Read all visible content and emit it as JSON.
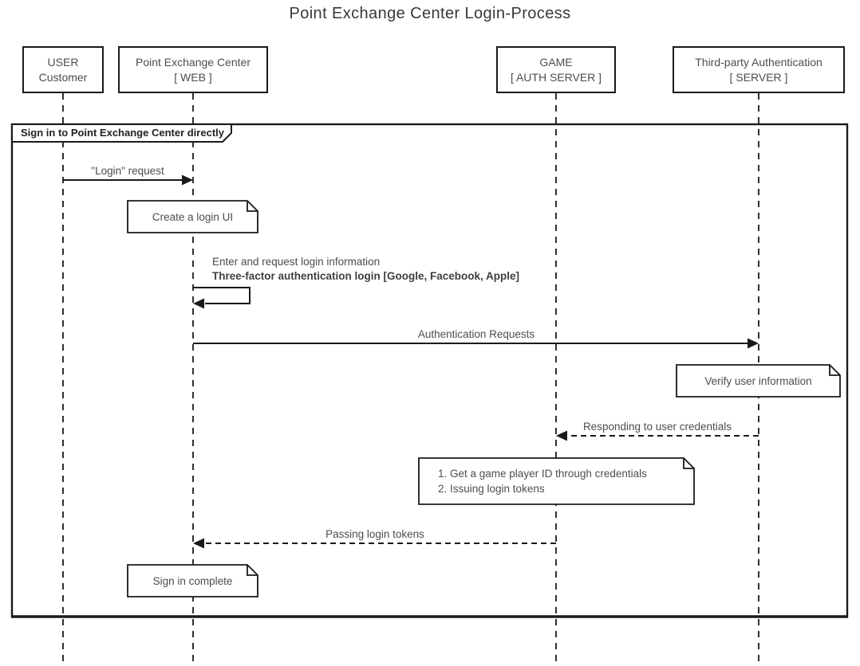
{
  "title": "Point Exchange Center Login-Process",
  "colors": {
    "line": "#1a1a1a",
    "text": "#4d4d4d",
    "background": "#ffffff"
  },
  "participants": [
    {
      "id": "user",
      "line1": "USER",
      "line2": "Customer"
    },
    {
      "id": "web",
      "line1": "Point Exchange Center",
      "line2": "[ WEB ]"
    },
    {
      "id": "game",
      "line1": "GAME",
      "line2": "[ AUTH SERVER ]"
    },
    {
      "id": "auth",
      "line1": "Third-party Authentication",
      "line2": "[ SERVER ]"
    }
  ],
  "frame": {
    "label": "Sign in to Point Exchange Center directly"
  },
  "messages": [
    {
      "from": "user",
      "to": "web",
      "style": "solid",
      "label": "\"Login\" request"
    },
    {
      "from": "web",
      "to": "web",
      "style": "solid-self",
      "label_line1": "Enter and request login information",
      "label_line2": "Three-factor authentication login [Google, Facebook, Apple]"
    },
    {
      "from": "web",
      "to": "auth",
      "style": "solid",
      "label": "Authentication Requests"
    },
    {
      "from": "auth",
      "to": "game",
      "style": "dashed",
      "label": "Responding to user credentials"
    },
    {
      "from": "game",
      "to": "web",
      "style": "dashed",
      "label": "Passing login tokens"
    }
  ],
  "notes": [
    {
      "over": "web",
      "lines": [
        "Create a login UI"
      ]
    },
    {
      "over": "auth",
      "lines": [
        "Verify user information"
      ]
    },
    {
      "over": "game",
      "lines": [
        "1. Get a game player ID through credentials",
        "2. Issuing login tokens"
      ]
    },
    {
      "over": "web",
      "lines": [
        "Sign in complete"
      ]
    }
  ]
}
